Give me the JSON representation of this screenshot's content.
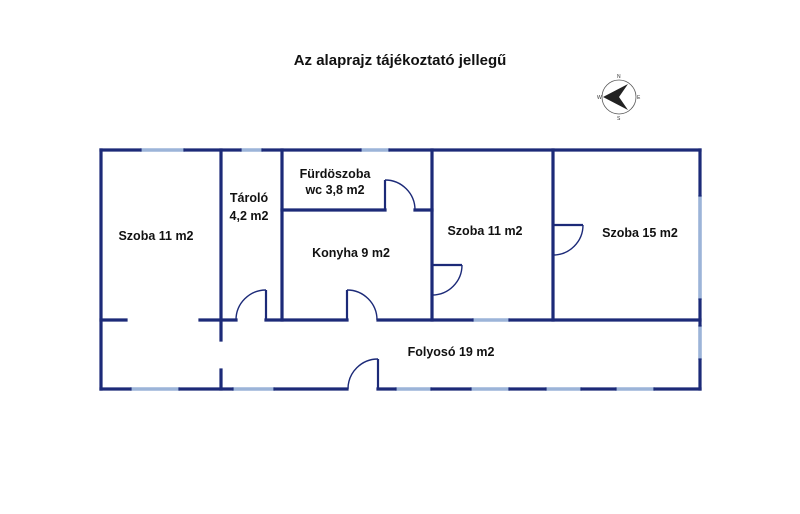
{
  "title": "Az alaprajz tájékoztató jellegű",
  "rooms": [
    {
      "id": "szoba-1",
      "lines": [
        "Szoba 11 m2"
      ]
    },
    {
      "id": "tarolo",
      "lines": [
        "Tároló",
        "4,2 m2"
      ]
    },
    {
      "id": "furdoszoba",
      "lines": [
        "Fürdöszoba",
        "wc 3,8 m2"
      ]
    },
    {
      "id": "konyha",
      "lines": [
        "Konyha 9 m2"
      ]
    },
    {
      "id": "szoba-2",
      "lines": [
        "Szoba 11 m2"
      ]
    },
    {
      "id": "szoba-3",
      "lines": [
        "Szoba 15 m2"
      ]
    },
    {
      "id": "folyoso",
      "lines": [
        "Folyosó 19 m2"
      ]
    }
  ],
  "compass": {
    "n": "N",
    "e": "E",
    "s": "S",
    "w": "W"
  },
  "colors": {
    "wall": "#1c2a78",
    "window": "#9cb4d8"
  }
}
